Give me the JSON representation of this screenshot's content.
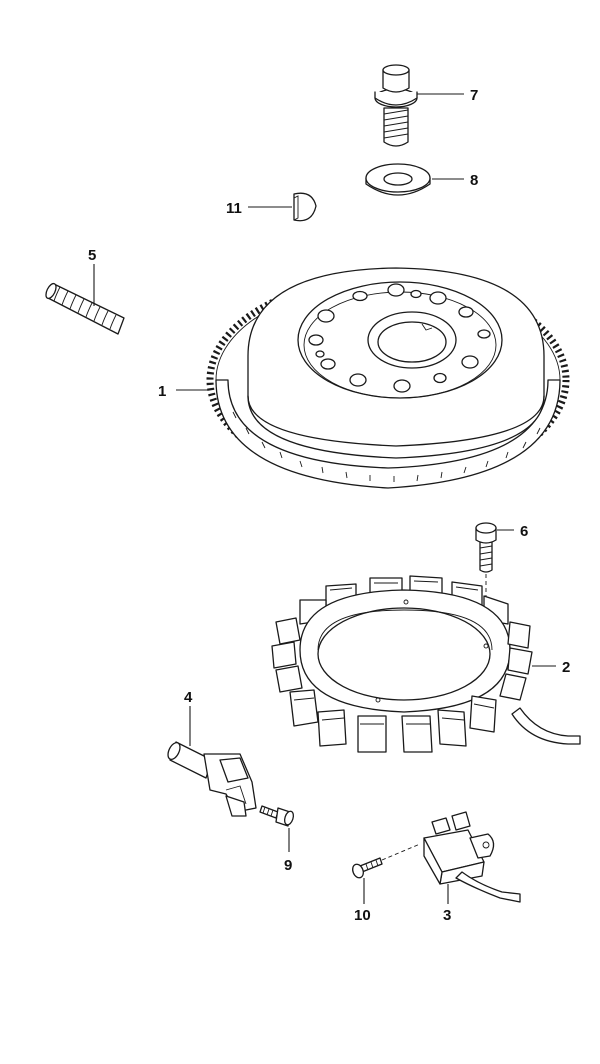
{
  "callouts": [
    {
      "key": "n1",
      "text": "1"
    },
    {
      "key": "n2",
      "text": "2"
    },
    {
      "key": "n3",
      "text": "3"
    },
    {
      "key": "n4",
      "text": "4"
    },
    {
      "key": "n5",
      "text": "5"
    },
    {
      "key": "n6",
      "text": "6"
    },
    {
      "key": "n7",
      "text": "7"
    },
    {
      "key": "n8",
      "text": "8"
    },
    {
      "key": "n9",
      "text": "9"
    },
    {
      "key": "n10",
      "text": "10"
    },
    {
      "key": "n11",
      "text": "11"
    }
  ],
  "labels": {
    "n1": "1",
    "n2": "2",
    "n3": "3",
    "n4": "4",
    "n5": "5",
    "n6": "6",
    "n7": "7",
    "n8": "8",
    "n9": "9",
    "n10": "10",
    "n11": "11"
  },
  "colors": {
    "line": "#1a1a1a",
    "background": "#ffffff"
  }
}
